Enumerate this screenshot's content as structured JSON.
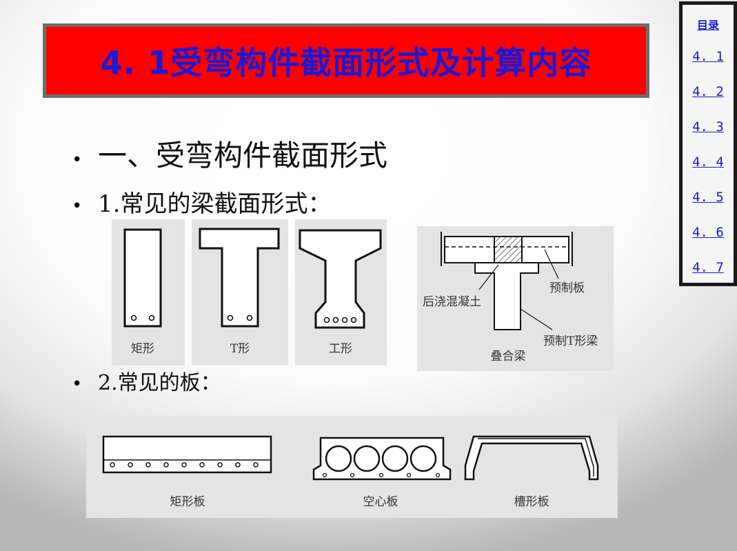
{
  "title": "4. 1受弯构件截面形式及计算内容",
  "toc": {
    "heading": "目录",
    "links": [
      "4. 1",
      "4. 2",
      "4. 3",
      "4. 4",
      "4. 5",
      "4. 6",
      "4. 7"
    ]
  },
  "bullets": [
    {
      "marker": "•",
      "text": "一、受弯构件截面形式"
    },
    {
      "marker": "•",
      "text": "1.常见的梁截面形式："
    },
    {
      "marker": "•",
      "text": "2.常见的板："
    }
  ],
  "figures": {
    "beam_rect": "矩形",
    "beam_t": "T形",
    "beam_i": "工形",
    "composite": {
      "cast": "后浇混凝土",
      "slab": "预制板",
      "tbeam": "预制T形梁",
      "name": "叠合梁"
    },
    "slab_rect": "矩形板",
    "slab_hollow": "空心板",
    "slab_channel": "槽形板"
  }
}
